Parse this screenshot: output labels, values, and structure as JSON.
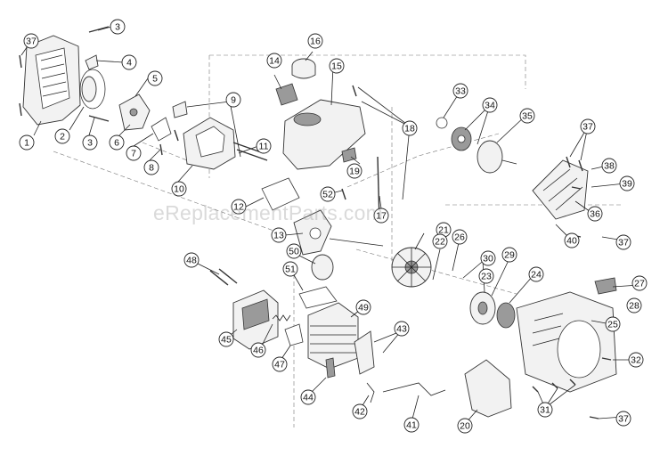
{
  "watermark": "eReplacementParts.com",
  "callouts": [
    {
      "n": "1"
    },
    {
      "n": "2"
    },
    {
      "n": "3"
    },
    {
      "n": "3"
    },
    {
      "n": "4"
    },
    {
      "n": "5"
    },
    {
      "n": "6"
    },
    {
      "n": "7"
    },
    {
      "n": "8"
    },
    {
      "n": "9"
    },
    {
      "n": "10"
    },
    {
      "n": "11"
    },
    {
      "n": "12"
    },
    {
      "n": "13"
    },
    {
      "n": "14"
    },
    {
      "n": "15"
    },
    {
      "n": "16"
    },
    {
      "n": "17"
    },
    {
      "n": "18"
    },
    {
      "n": "19"
    },
    {
      "n": "20"
    },
    {
      "n": "21"
    },
    {
      "n": "22"
    },
    {
      "n": "23"
    },
    {
      "n": "24"
    },
    {
      "n": "25"
    },
    {
      "n": "26"
    },
    {
      "n": "27"
    },
    {
      "n": "28"
    },
    {
      "n": "29"
    },
    {
      "n": "30"
    },
    {
      "n": "31"
    },
    {
      "n": "32"
    },
    {
      "n": "33"
    },
    {
      "n": "34"
    },
    {
      "n": "35"
    },
    {
      "n": "36"
    },
    {
      "n": "37"
    },
    {
      "n": "37"
    },
    {
      "n": "37"
    },
    {
      "n": "37"
    },
    {
      "n": "38"
    },
    {
      "n": "39"
    },
    {
      "n": "40"
    },
    {
      "n": "41"
    },
    {
      "n": "42"
    },
    {
      "n": "43"
    },
    {
      "n": "44"
    },
    {
      "n": "45"
    },
    {
      "n": "46"
    },
    {
      "n": "47"
    },
    {
      "n": "48"
    },
    {
      "n": "49"
    },
    {
      "n": "50"
    },
    {
      "n": "51"
    },
    {
      "n": "52"
    }
  ]
}
